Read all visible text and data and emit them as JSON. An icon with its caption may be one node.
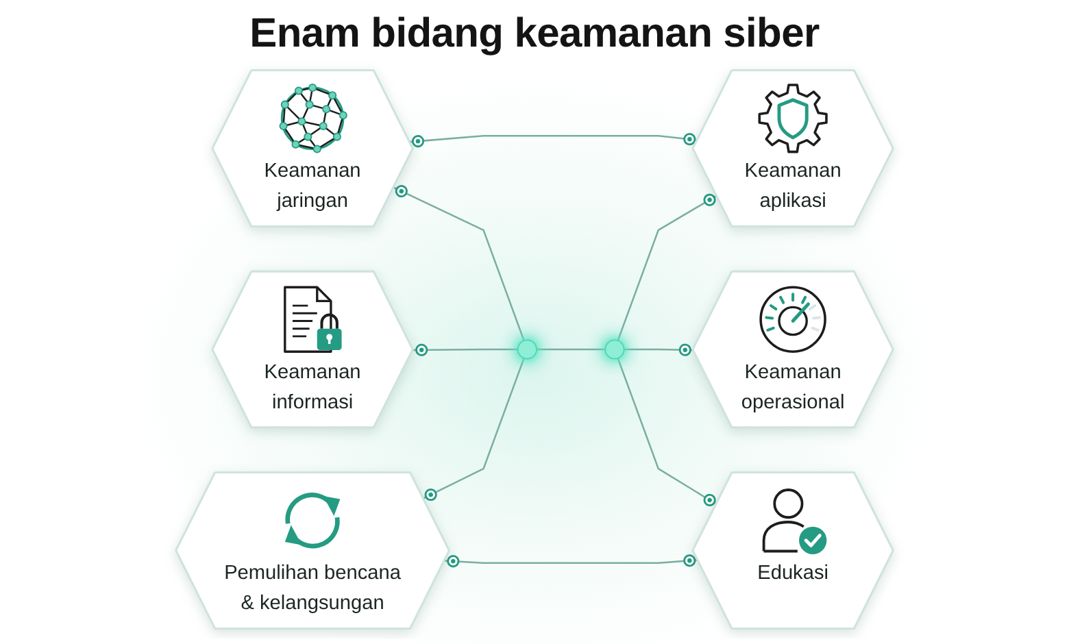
{
  "diagram": {
    "title": "Enam bidang keamanan siber",
    "nodes": [
      {
        "text": [
          "Keamanan jaringan"
        ]
      },
      {
        "text": [
          "Keamanan aplikasi"
        ]
      },
      {
        "text": [
          "Keamanan informasi"
        ]
      },
      {
        "text": [],
        "shape": "circle"
      },
      {
        "text": [],
        "shape": "circle"
      },
      {
        "text": [
          "Keamanan operasional"
        ]
      },
      {
        "text": [
          "Pemulihan bencana & kelangsungan"
        ]
      },
      {
        "text": [
          "Edukasi"
        ]
      }
    ],
    "edges": [
      {
        "from": 0,
        "to": 1,
        "arrow": "other"
      },
      {
        "from": 0,
        "to": 3,
        "arrow": "other"
      },
      {
        "from": 2,
        "to": 3,
        "arrow": "other"
      },
      {
        "from": 6,
        "to": 3,
        "arrow": "other"
      },
      {
        "from": 3,
        "to": 4,
        "arrow": "none"
      },
      {
        "from": 4,
        "to": 1,
        "arrow": "other"
      },
      {
        "from": 4,
        "to": 5,
        "arrow": "other"
      },
      {
        "from": 4,
        "to": 7,
        "arrow": "other"
      },
      {
        "from": 6,
        "to": 7,
        "arrow": "other"
      }
    ]
  }
}
